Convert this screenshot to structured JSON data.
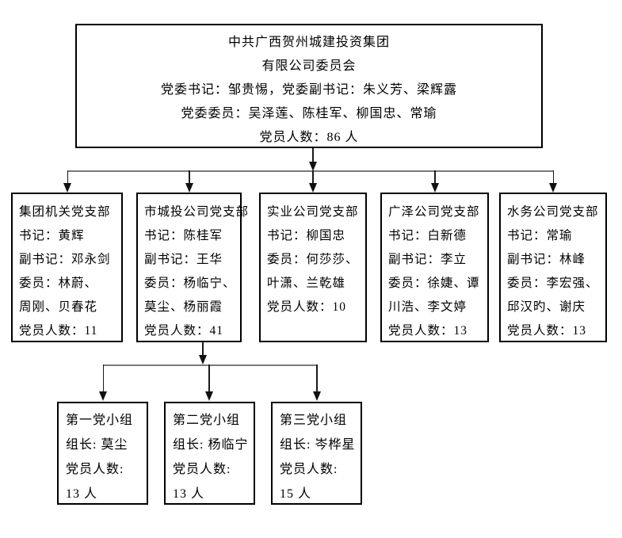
{
  "title_box": {
    "lines": [
      "中共广西贺州城建投资集团",
      "有限公司委员会",
      "党委书记：邹贵惕，党委副书记：朱义芳、梁辉露",
      "党委委员：吴泽莲、陈桂军、柳国忠、常瑜",
      "党员人数：86 人"
    ]
  },
  "branches": [
    {
      "name": "集团机关党支部",
      "lines": [
        "集团机关党支部",
        "书记：黄辉",
        "副书记：邓永剑",
        "委员：林蔚、",
        "周刚、贝春花",
        "党员人数：11"
      ]
    },
    {
      "name": "市城投公司党支部",
      "lines": [
        "市城投公司党支部",
        "书记：陈桂军",
        "副书记：王华",
        "委员：杨临宁、",
        "莫尘、杨丽霞",
        "党员人数：41"
      ]
    },
    {
      "name": "实业公司党支部",
      "lines": [
        "实业公司党支部",
        "书记：柳国忠",
        "委员：何莎莎、",
        "叶潇、兰乾雄",
        "党员人数：10",
        ""
      ]
    },
    {
      "name": "广泽公司党支部",
      "lines": [
        "广泽公司党支部",
        "书记：白新德",
        "副书记：李立",
        "委员：徐婕、谭",
        "川浩、李文婷",
        "党员人数：13"
      ]
    },
    {
      "name": "水务公司党支部",
      "lines": [
        "水务公司党支部",
        "书记：常瑜",
        "副书记：林峰",
        "委员：李宏强、",
        "邱汉旳、谢庆",
        "党员人数：13"
      ]
    }
  ],
  "groups": [
    {
      "name": "第一党小组",
      "lines": [
        "第一党小组",
        "组长: 莫尘",
        "党员人数:",
        "13 人"
      ]
    },
    {
      "name": "第二党小组",
      "lines": [
        "第二党小组",
        "组长: 杨临宁",
        "党员人数:",
        "13 人"
      ]
    },
    {
      "name": "第三党小组",
      "lines": [
        "第三党小组",
        "组长: 岑桦星",
        "党员人数:",
        "15 人"
      ]
    }
  ],
  "colors": {
    "border": "#000000",
    "connector": "#7a7a7a",
    "arrow": "#111111"
  }
}
